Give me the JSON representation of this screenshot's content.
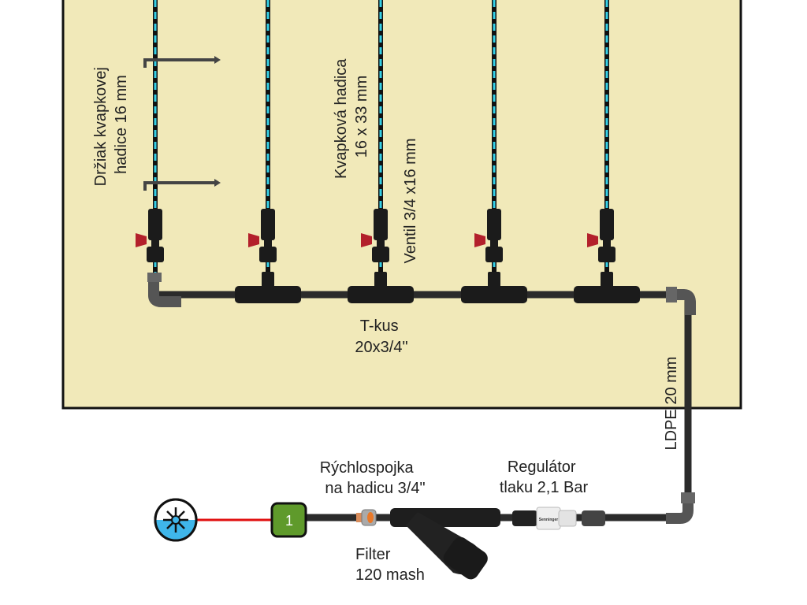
{
  "labels": {
    "holder": [
      "Držiak kvapkovej",
      "hadice 16 mm"
    ],
    "drip_hose": [
      "Kvapková hadica",
      "16 x 33 mm"
    ],
    "valve": "Ventil 3/4 x16 mm",
    "tee": [
      "T-kus",
      "20x3/4\""
    ],
    "ldpe": "LDPE 20 mm",
    "quick_coupler": [
      "Rýchlospojka",
      "na hadicu 3/4\""
    ],
    "regulator": [
      "Regulátor",
      "tlaku 2,1 Bar"
    ],
    "filter": [
      "Filter",
      "120 mash"
    ],
    "zone_number": "1",
    "regulator_brand": "Senninger"
  },
  "colors": {
    "bed": "#f1e9b9",
    "pipe": "#2b2b2b",
    "drip": "#35d0e6",
    "valve_handle": "#b3202b",
    "supply_line": "#e01010",
    "zone_box": "#5f9a2b",
    "water_source": "#3fb6ea"
  },
  "icons": {
    "water_source": "water-tap-icon"
  }
}
